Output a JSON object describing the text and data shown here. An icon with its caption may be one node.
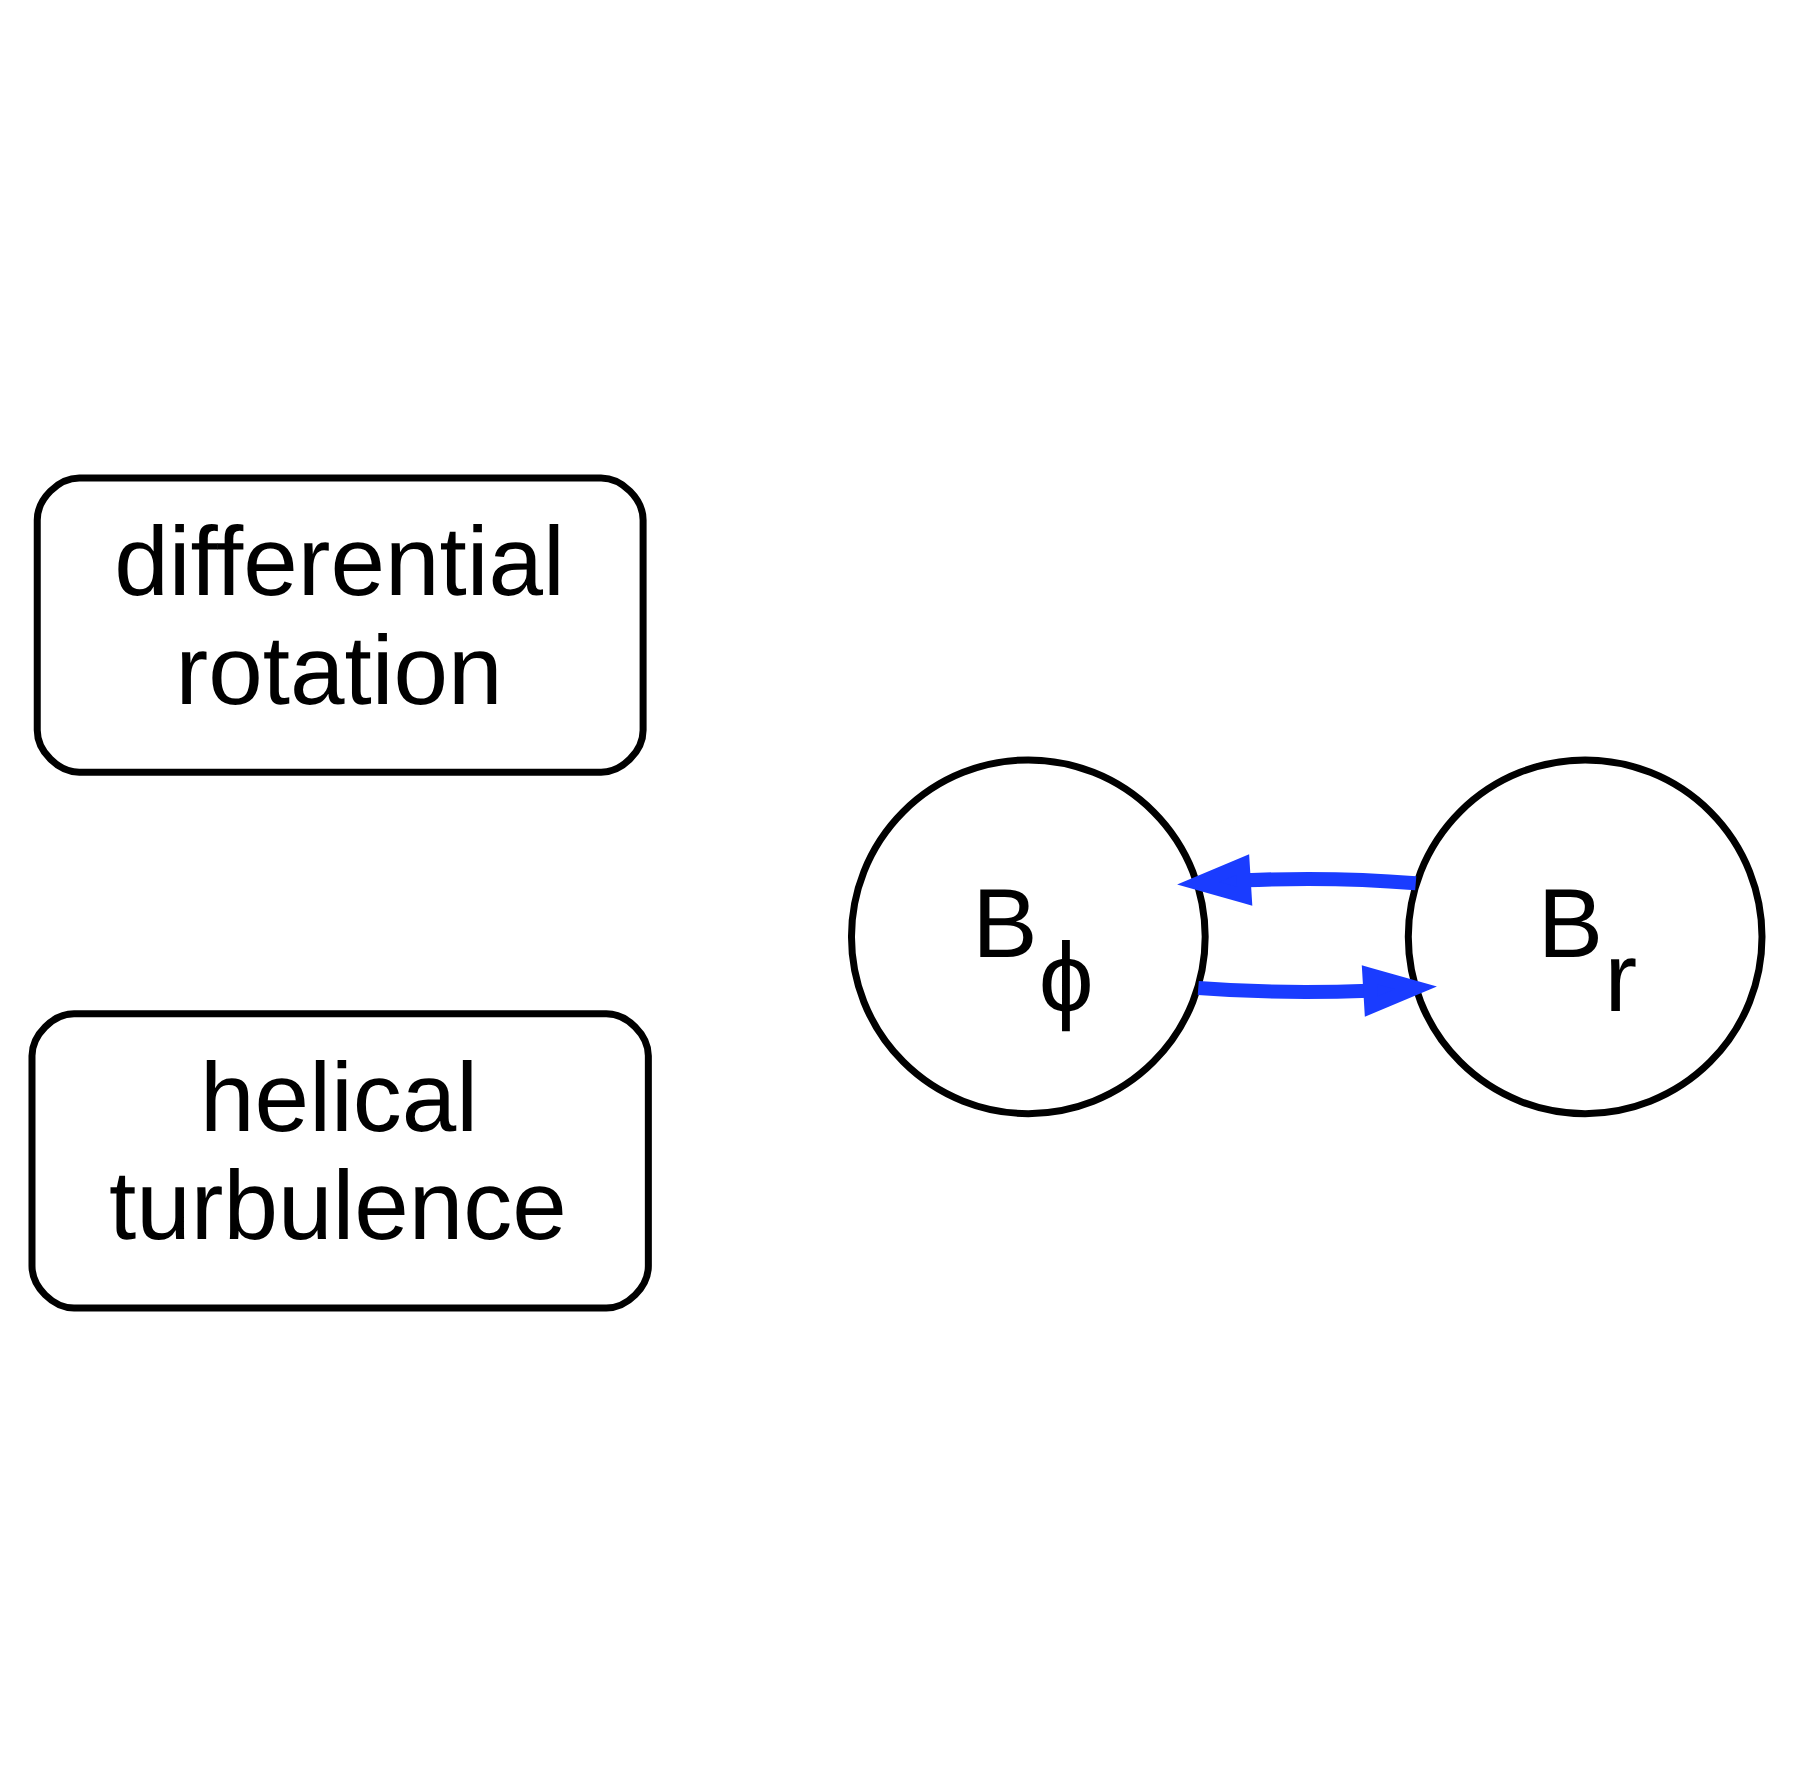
{
  "diagram": {
    "nodes": [
      {
        "text": [
          "differential rotation"
        ]
      },
      {
        "text": [
          "B$_{r}$"
        ]
      },
      {
        "text": [
          "B$_{ϕ}$"
        ]
      },
      {
        "text": [
          "helical turbulence"
        ]
      }
    ],
    "edges": [
      {
        "from": 1,
        "to": 2,
        "arrow": "to",
        "color": "#1a3cff"
      },
      {
        "from": 2,
        "to": 1,
        "arrow": "to",
        "color": "#1a3cff"
      }
    ]
  }
}
